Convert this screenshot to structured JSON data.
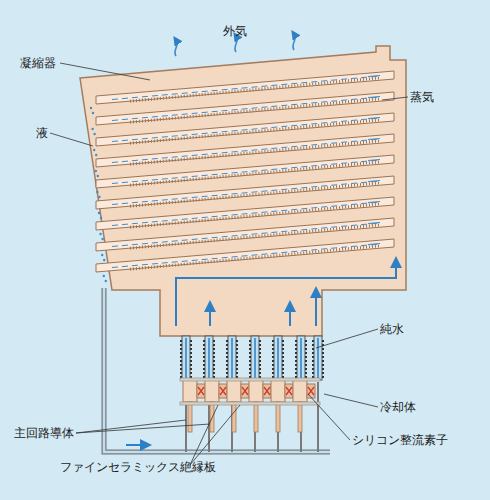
{
  "diagram": {
    "labels": [
      "外気",
      "凝縮器",
      "蒸気",
      "液",
      "純水",
      "冷却体",
      "主回路導体",
      "シリコン整流素子",
      "ファインセラミックス絶縁板"
    ]
  }
}
